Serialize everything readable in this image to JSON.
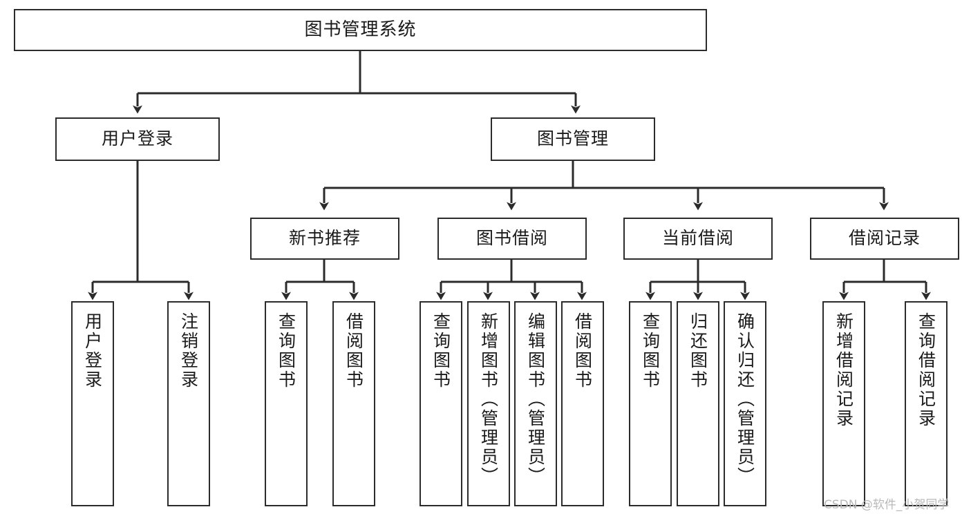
{
  "diagram": {
    "title": "图书管理系统",
    "type": "tree-hierarchy",
    "stroke_color": "#2b2b2b",
    "background_color": "#ffffff",
    "text_color": "#1a1a1a"
  },
  "root": {
    "label": "图书管理系统"
  },
  "level2": [
    {
      "label": "用户登录"
    },
    {
      "label": "图书管理"
    }
  ],
  "level3": [
    {
      "label": "新书推荐"
    },
    {
      "label": "图书借阅"
    },
    {
      "label": "当前借阅"
    },
    {
      "label": "借阅记录"
    }
  ],
  "leaves": {
    "user_login": [
      {
        "label": "用户登录"
      },
      {
        "label": "注销登录"
      }
    ],
    "new_book_recommend": [
      {
        "label": "查询图书"
      },
      {
        "label": "借阅图书"
      }
    ],
    "book_borrow": [
      {
        "label": "查询图书"
      },
      {
        "label": "新增图书（管理员）"
      },
      {
        "label": "编辑图书（管理员）"
      },
      {
        "label": "借阅图书"
      }
    ],
    "current_borrow": [
      {
        "label": "查询图书"
      },
      {
        "label": "归还图书"
      },
      {
        "label": "确认归还（管理员）"
      }
    ],
    "borrow_record": [
      {
        "label": "新增借阅记录"
      },
      {
        "label": "查询借阅记录"
      }
    ]
  },
  "watermark": {
    "text": "CSDN @软件_小贺同学"
  }
}
